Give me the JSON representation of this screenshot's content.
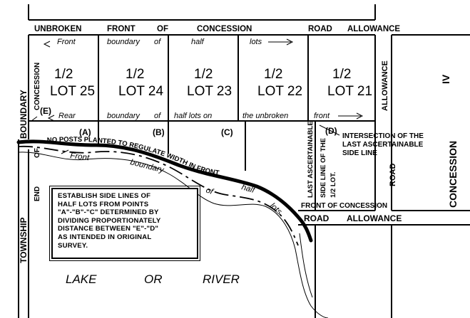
{
  "top_road": {
    "unbroken": "UNBROKEN",
    "front": "FRONT",
    "of": "OF",
    "concession": "CONCESSION",
    "road": "ROAD",
    "allowance": "ALLOWANCE"
  },
  "front_boundary_half_lots": [
    "Front",
    "boundary",
    "of",
    "half",
    "lots"
  ],
  "lots": [
    {
      "fraction": "1/2",
      "name": "LOT 25"
    },
    {
      "fraction": "1/2",
      "name": "LOT 24"
    },
    {
      "fraction": "1/2",
      "name": "LOT 23"
    },
    {
      "fraction": "1/2",
      "name": "LOT 22"
    },
    {
      "fraction": "1/2",
      "name": "LOT 21"
    }
  ],
  "rear_boundary": [
    "Rear",
    "boundary",
    "of",
    "half lots on",
    "the unbroken",
    "front"
  ],
  "points": {
    "a": "(A)",
    "b": "(B)",
    "c": "(C)",
    "d": "(D)",
    "e": "(E)"
  },
  "left_side": {
    "concession": "CONCESSION",
    "boundary": "BOUNDARY",
    "end": "END",
    "township": "TOWNSHIP",
    "of": "OF"
  },
  "no_posts_note": "NO POSTS PLANTED TO REGULATE WIDTH IN FRONT",
  "water_front_boundary": [
    "Front",
    "boundary",
    "of",
    "half",
    "lots"
  ],
  "intersection_note": [
    "INTERSECTION OF THE",
    "LAST ASCERTAINABLE",
    "SIDE LINE"
  ],
  "last_ascertainable": [
    "LAST ASCERTAINABLE",
    "SIDE LINE OF THE",
    "1/2 LOT."
  ],
  "right_side": {
    "allowance": "ALLOWANCE",
    "road": "ROAD",
    "concession": "CONCESSION",
    "roman": "IV"
  },
  "bottom_road": {
    "front_of_concession": "FRONT  OF  CONCESSION",
    "road": "ROAD",
    "allowance": "ALLOWANCE"
  },
  "establish_note": "ESTABLISH SIDE LINES OF\nHALF LOTS FROM POINTS\n\"A\"-\"B\"-\"C\" DETERMINED BY\nDIVIDING PROPORTIONATELY\nDISTANCE BETWEEN \"E\"-\"D\"\nAS INTENDED IN ORIGINAL\nSURVEY.",
  "lake": {
    "lake": "LAKE",
    "or": "OR",
    "river": "RIVER"
  }
}
